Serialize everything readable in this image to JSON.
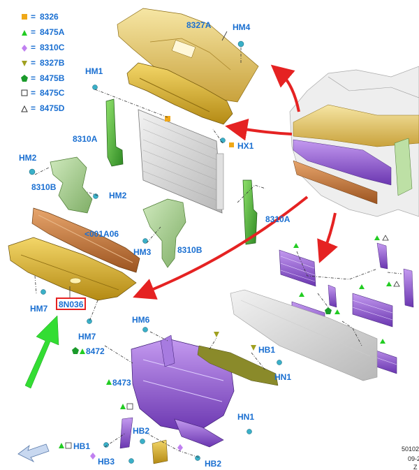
{
  "legend": [
    {
      "symbol": "square-filled",
      "color": "#f0a818",
      "code": "8326"
    },
    {
      "symbol": "triangle-up",
      "color": "#22cc22",
      "code": "8475A"
    },
    {
      "symbol": "diamond",
      "color": "#c080f0",
      "code": "8310C"
    },
    {
      "symbol": "triangle-down",
      "color": "#a0a020",
      "code": "8327B"
    },
    {
      "symbol": "pentagon",
      "color": "#1a9a2a",
      "code": "8475B"
    },
    {
      "symbol": "square-open",
      "color": "#333333",
      "code": "8475C"
    },
    {
      "symbol": "triangle-open",
      "color": "#333333",
      "code": "8475D"
    }
  ],
  "legend_separator": "=",
  "parts": {
    "p8327a": "8327A",
    "hm4": "HM4",
    "hm1": "HM1",
    "hx1": "HX1",
    "p8310a_left": "8310A",
    "hm2_left": "HM2",
    "p8310b_left": "8310B",
    "hm2_mid": "HM2",
    "p001a06": "<001A06",
    "hm3": "HM3",
    "p8310b_right": "8310B",
    "p8310a_right": "8310A",
    "hm7_left": "HM7",
    "p8n036": "8N036",
    "hm7_mid": "HM7",
    "hm6": "HM6",
    "p8472": "8472",
    "hb1_right": "HB1",
    "hn1_upper": "HN1",
    "p8473": "8473",
    "hn1_lower": "HN1",
    "hb2_upper": "HB2",
    "hb1_left": "HB1",
    "hb3": "HB3",
    "hb2_lower": "HB2"
  },
  "colors": {
    "label": "#1a6fd1",
    "gold": "#e0b830",
    "green": "#6cc04a",
    "purple": "#9a5fd8",
    "orange": "#c8773a",
    "highlight": "#e52222",
    "arrow_green": "#33dd33",
    "arrow_red": "#e52222"
  },
  "reference": {
    "line1": "50102",
    "line2": "09-2",
    "line3": "Z"
  }
}
